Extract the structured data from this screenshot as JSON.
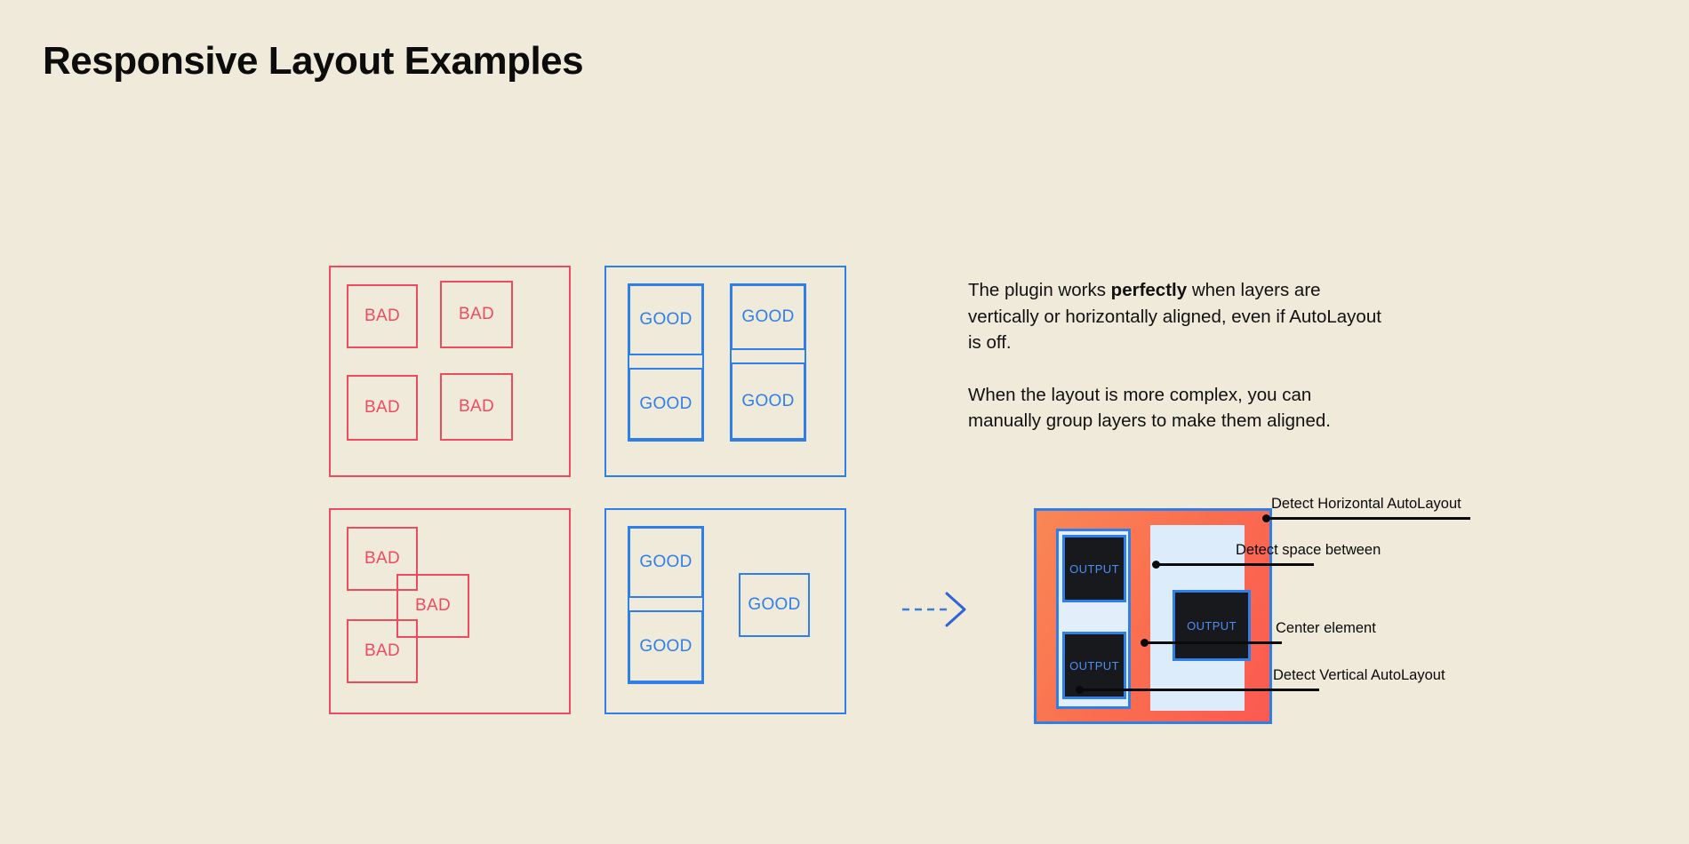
{
  "page": {
    "title": "Responsive Layout Examples",
    "background_color": "#f0eadb",
    "bad_color": "#ef4b60",
    "good_color": "#2f7fea",
    "accent_orange": "#fa7050",
    "dark_box_color": "#17191c",
    "light_panel_color": "#ddecfa"
  },
  "examples": {
    "bad_grid": {
      "label": "bad-aligned-grid",
      "boxes": [
        {
          "text": "BAD"
        },
        {
          "text": "BAD"
        },
        {
          "text": "BAD"
        },
        {
          "text": "BAD"
        }
      ]
    },
    "good_grid": {
      "label": "good-grouped-grid",
      "columns": [
        {
          "boxes": [
            {
              "text": "GOOD"
            },
            {
              "text": "GOOD"
            }
          ]
        },
        {
          "boxes": [
            {
              "text": "GOOD"
            },
            {
              "text": "GOOD"
            }
          ]
        }
      ]
    },
    "bad_free": {
      "label": "bad-freeform",
      "boxes": [
        {
          "text": "BAD"
        },
        {
          "text": "BAD"
        },
        {
          "text": "BAD"
        }
      ]
    },
    "good_free": {
      "label": "good-freeform-grouped",
      "grouped": [
        {
          "text": "GOOD"
        },
        {
          "text": "GOOD"
        }
      ],
      "standalone": [
        {
          "text": "GOOD"
        }
      ]
    }
  },
  "arrow": {
    "icon": "dashed-arrow-right-icon",
    "color": "#2f7fea",
    "style": "dashed"
  },
  "copy": {
    "paragraph_1_before": "The plugin works ",
    "paragraph_1_bold": "perfectly",
    "paragraph_1_after": " when layers are vertically or horizontally aligned, even if AutoLayout is off.",
    "paragraph_2": "When the layout is more complex, you can manually group layers to make them aligned."
  },
  "result": {
    "outputs": [
      {
        "text": "OUTPUT"
      },
      {
        "text": "OUTPUT"
      },
      {
        "text": "OUTPUT"
      }
    ],
    "annotations": [
      {
        "label": "Detect Horizontal AutoLayout",
        "lead_width": 230
      },
      {
        "label": "Detect space between",
        "lead_width": 178
      },
      {
        "label": "Center element",
        "lead_width": 130
      },
      {
        "label": "Detect Vertical AutoLayout",
        "lead_width": 270
      }
    ]
  }
}
